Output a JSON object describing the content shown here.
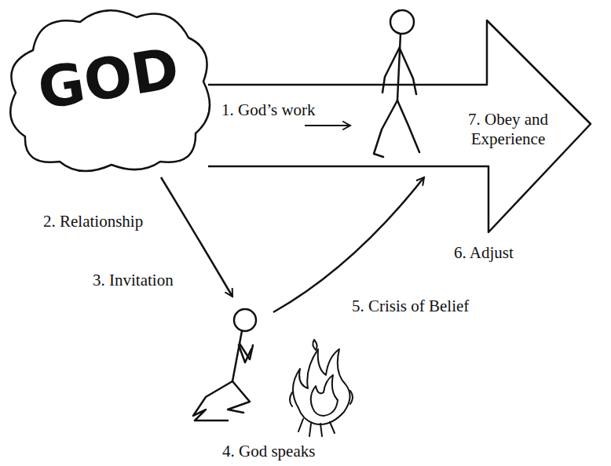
{
  "diagram": {
    "nodes": [
      {
        "text": [
          "GOD"
        ]
      },
      {
        "text": [
          "7. Obey and Experience"
        ]
      }
    ],
    "labels": [
      "1. God’s work",
      "2. Relationship",
      "3. Invitation",
      "4. God speaks",
      "5. Crisis of Belief",
      "6. Adjust"
    ]
  }
}
